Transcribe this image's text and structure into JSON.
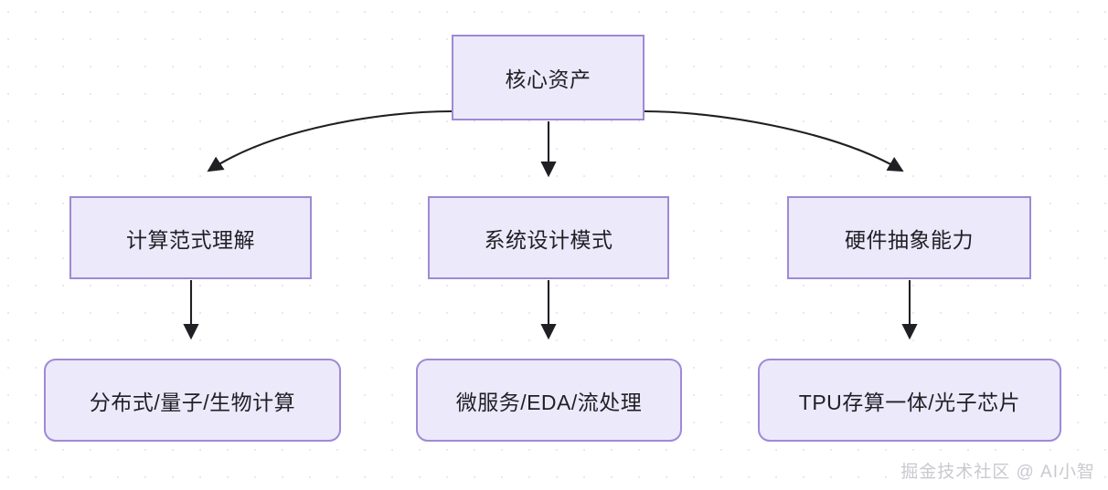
{
  "diagram": {
    "type": "flowchart-tree",
    "direction": "top-down",
    "background": "#ffffff",
    "node_fill": "#ece9fb",
    "node_border": "#9e8ad4",
    "edge_color": "#1f1f24",
    "root": {
      "id": "root",
      "label": "核心资产",
      "shape": "rect"
    },
    "level2": [
      {
        "id": "mid1",
        "label": "计算范式理解",
        "shape": "rect"
      },
      {
        "id": "mid2",
        "label": "系统设计模式",
        "shape": "rect"
      },
      {
        "id": "mid3",
        "label": "硬件抽象能力",
        "shape": "rect"
      }
    ],
    "level3": [
      {
        "id": "leaf1",
        "label": "分布式/量子/生物计算",
        "shape": "rounded"
      },
      {
        "id": "leaf2",
        "label": "微服务/EDA/流处理",
        "shape": "rounded"
      },
      {
        "id": "leaf3",
        "label": "TPU存算一体/光子芯片",
        "shape": "rounded"
      }
    ],
    "edges": [
      {
        "from": "root",
        "to": "mid1",
        "style": "curved",
        "arrow": true
      },
      {
        "from": "root",
        "to": "mid2",
        "style": "straight",
        "arrow": true
      },
      {
        "from": "root",
        "to": "mid3",
        "style": "curved",
        "arrow": true
      },
      {
        "from": "mid1",
        "to": "leaf1",
        "style": "straight",
        "arrow": true
      },
      {
        "from": "mid2",
        "to": "leaf2",
        "style": "straight",
        "arrow": true
      },
      {
        "from": "mid3",
        "to": "leaf3",
        "style": "straight",
        "arrow": true
      }
    ]
  },
  "watermark": {
    "text": "掘金技术社区 @ AI小智"
  }
}
